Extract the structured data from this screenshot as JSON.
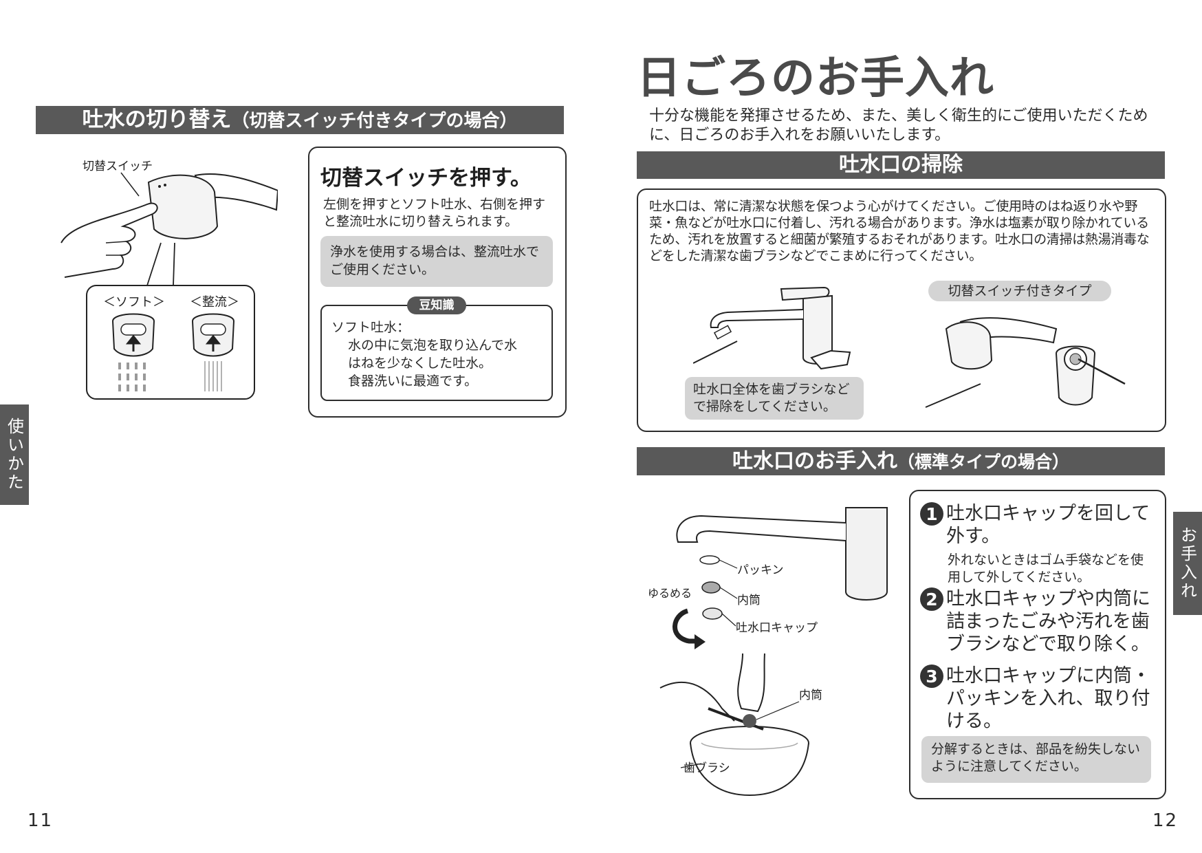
{
  "left_page": {
    "section_title_main": "吐水の切り替え",
    "section_title_sub": "（切替スイッチ付きタイプの場合）",
    "illustration": {
      "switch_label": "切替スイッチ",
      "soft_label": "＜ソフト＞",
      "seiryu_label": "＜整流＞"
    },
    "instruction": {
      "heading": "切替スイッチを押す。",
      "body": "左側を押すとソフト吐水、右側を押すと整流吐水に切り替えられます。",
      "note": "浄水を使用する場合は、整流吐水でご使用ください。",
      "tip_badge": "豆知識",
      "tip_title": "ソフト吐水：",
      "tip_line1": "水の中に気泡を取り込んで水",
      "tip_line2": "はねを少なくした吐水。",
      "tip_line3": "食器洗いに最適です。"
    },
    "side_tab": "使いかた",
    "page_number": "11"
  },
  "right_page": {
    "main_title": "日ごろのお手入れ",
    "intro": "十分な機能を発揮させるため、また、美しく衛生的にご使用いただくために、日ごろのお手入れをお願いいたします。",
    "section1": {
      "title": "吐水口の掃除",
      "body": "吐水口は、常に清潔な状態を保つよう心がけてください。ご使用時のはね返り水や野菜・魚などが吐水口に付着し、汚れる場合があります。浄水は塩素が取り除かれているため、汚れを放置すると細菌が繁殖するおそれがあります。吐水口の清掃は熱湯消毒などをした清潔な歯ブラシなどでこまめに行ってください。",
      "caption": "吐水口全体を歯ブラシなどで掃除をしてください。",
      "switch_type_label": "切替スイッチ付きタイプ"
    },
    "section2": {
      "title_main": "吐水口のお手入れ",
      "title_sub": "（標準タイプの場合）",
      "labels": {
        "packing": "パッキン",
        "loosen": "ゆるめる",
        "inner": "内筒",
        "cap": "吐水口キャップ",
        "inner2": "内筒",
        "toothbrush": "歯ブラシ"
      },
      "steps": [
        {
          "num": "1",
          "title": "吐水口キャップを回して外す。",
          "detail": "外れないときはゴム手袋などを使用して外してください。"
        },
        {
          "num": "2",
          "title": "吐水口キャップや内筒に詰まったごみや汚れを歯ブラシなどで取り除く。",
          "detail": ""
        },
        {
          "num": "3",
          "title": "吐水口キャップに内筒・パッキンを入れ、取り付ける。",
          "detail": ""
        }
      ],
      "note": "分解するときは、部品を紛失しないように注意してください。"
    },
    "side_tab": "お手入れ",
    "page_number": "12"
  }
}
